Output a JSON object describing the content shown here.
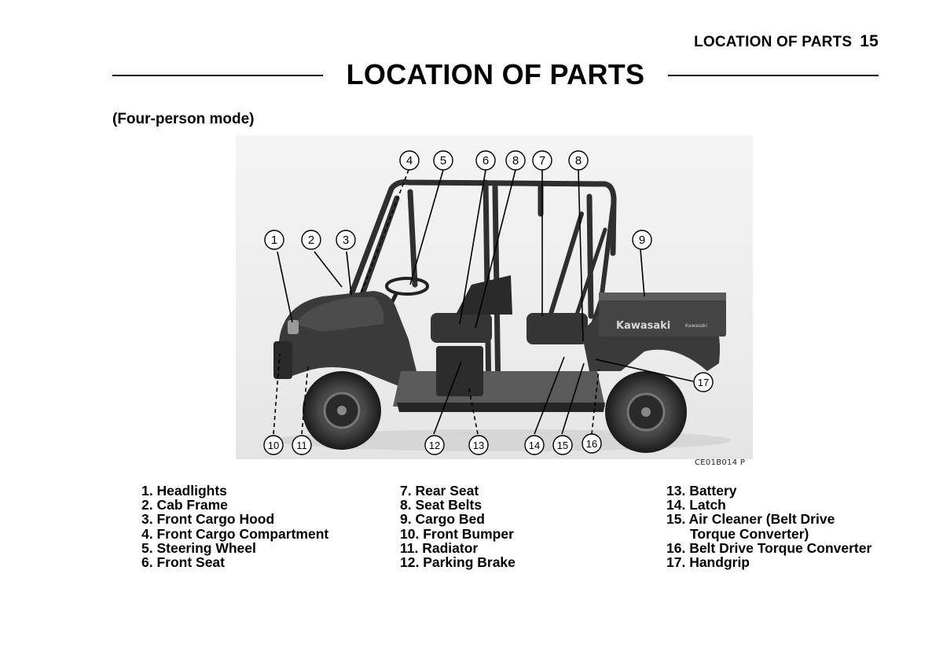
{
  "header": {
    "running_title": "LOCATION OF PARTS",
    "page_number": "15"
  },
  "page_title": "LOCATION OF PARTS",
  "subtitle": "(Four-person mode)",
  "figure": {
    "code": "CE01B014 P",
    "brand_text": "Kawasaki",
    "model_text": "Kawasaki",
    "callouts": [
      "1",
      "2",
      "3",
      "4",
      "5",
      "6",
      "8",
      "7",
      "8",
      "9",
      "10",
      "11",
      "12",
      "13",
      "14",
      "15",
      "16",
      "17"
    ]
  },
  "legend": {
    "col1": [
      "1. Headlights",
      "2. Cab Frame",
      "3. Front Cargo Hood",
      "4. Front Cargo Compartment",
      "5. Steering Wheel",
      "6. Front Seat"
    ],
    "col2": [
      "7. Rear Seat",
      "8. Seat Belts",
      "9. Cargo Bed",
      "10. Front Bumper",
      "11. Radiator",
      "12. Parking Brake"
    ],
    "col3": [
      "13. Battery",
      "14. Latch",
      "15. Air Cleaner (Belt Drive",
      "Torque Converter)",
      "16. Belt Drive Torque Converter",
      "17. Handgrip"
    ]
  }
}
